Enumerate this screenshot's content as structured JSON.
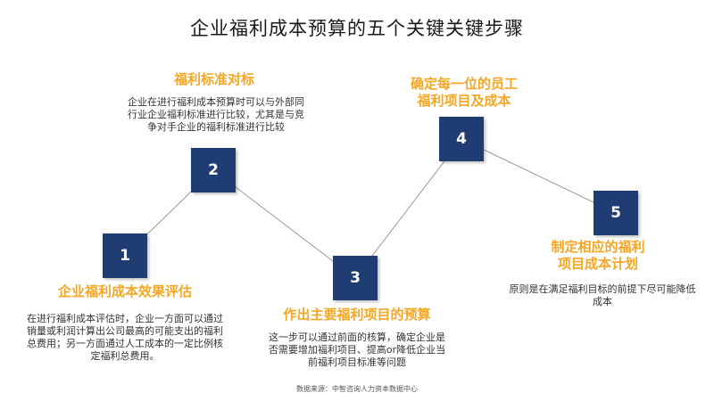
{
  "title": "企业福利成本预算的五个关键关键步骤",
  "colors": {
    "box_fill": "#1f3c73",
    "accent_text": "#f5a623",
    "line": "#9a9a9a"
  },
  "steps": [
    {
      "number": "1",
      "title": "企业福利成本效果评估",
      "description": "在进行福利成本评估时，企业一方面可以通过销量或利润计算出公司最高的可能支出的福利总费用；另一方面通过人工成本的一定比例核定福利总费用。"
    },
    {
      "number": "2",
      "title": "福利标准对标",
      "description": "企业在进行福利成本预算时可以与外部同行业企业福利标准进行比较，尤其是与竞争对手企业的福利标准进行比较"
    },
    {
      "number": "3",
      "title": "作出主要福利项目的预算",
      "description": "这一步可以通过前面的核算，确定企业是否需要增加福利项目、提高or降低企业当前福利项目标准等问题"
    },
    {
      "number": "4",
      "title_lines": [
        "确定每一位的员工",
        "福利项目及成本"
      ]
    },
    {
      "number": "5",
      "title_lines": [
        "制定相应的福利",
        "项目成本计划"
      ],
      "description": "原则是在满足福利目标的前提下尽可能降低成本"
    }
  ],
  "source": "数据来源：中智咨询人力资本数据中心"
}
